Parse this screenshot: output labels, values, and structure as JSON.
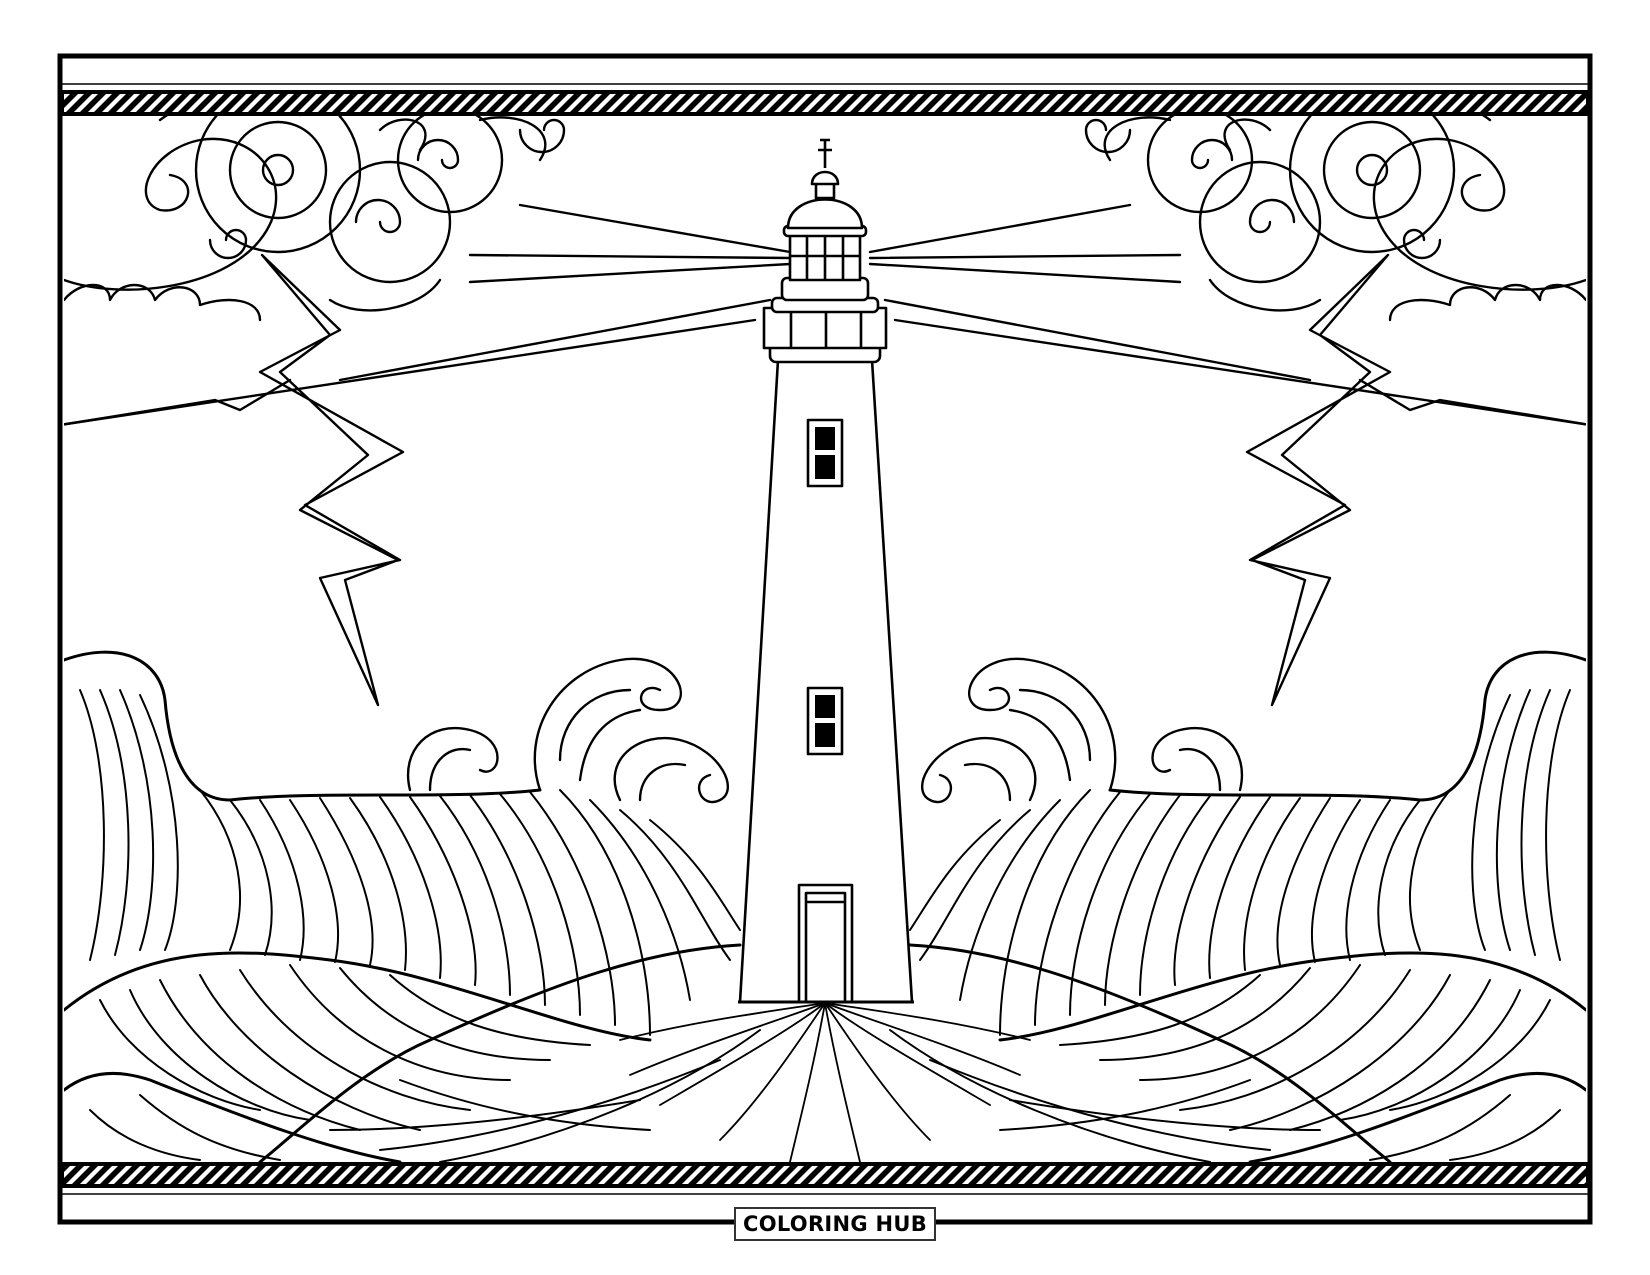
{
  "page": {
    "title": "Lighthouse in a storm coloring page",
    "subject": "Lighthouse with light beams, swirling clouds, lightning bolts and stylized waves",
    "colors": {
      "line": "#000000",
      "background": "#ffffff"
    }
  },
  "frame": {
    "border": "thick black outer border",
    "bands": [
      "top rope band",
      "bottom rope band"
    ]
  },
  "lighthouse": {
    "windows": 2,
    "door": 1,
    "features": [
      "weather vane",
      "dome",
      "lantern room",
      "gallery",
      "tapered tower"
    ]
  },
  "elements": {
    "clouds": [
      "left swirl clouds",
      "right swirl clouds"
    ],
    "lightning": [
      "left bolt",
      "right bolt"
    ],
    "light_beams": 10
  },
  "footer": {
    "brand": "COLORING HUB"
  }
}
